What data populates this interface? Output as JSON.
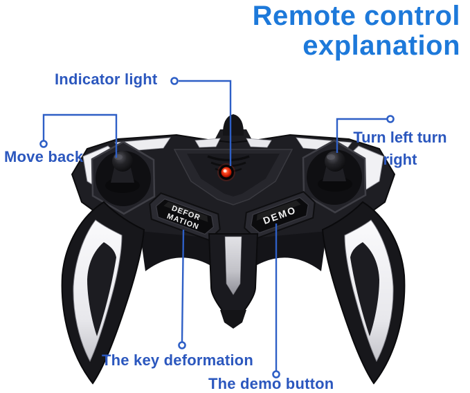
{
  "title": {
    "line1": "Remote control",
    "line2": "explanation"
  },
  "annotations": {
    "indicator_light": "Indicator light",
    "move_back": "Move back",
    "turn_line1": "Turn left turn",
    "turn_line2": "right",
    "key_deformation": "The key deformation",
    "demo_button": "The demo button"
  },
  "controller_buttons": {
    "deformation_line1": "DEFOR",
    "deformation_line2": "MATION",
    "demo": "DEMO"
  },
  "colors": {
    "title_blue": "#1d79da",
    "label_blue": "#2b57be",
    "callout_line_blue": "#2e5fc6",
    "led_red": "#ff2d0a",
    "body_black": "#1a1a1e",
    "accent_white": "#f0f0f3"
  }
}
